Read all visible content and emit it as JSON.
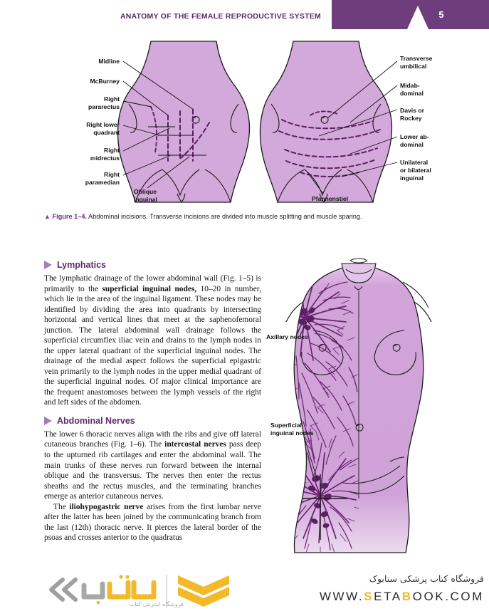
{
  "header": {
    "title": "ANATOMY OF THE FEMALE REPRODUCTIVE SYSTEM",
    "page_number": "5",
    "band_color": "#6e3d7c",
    "title_color": "#5b2a63"
  },
  "figure_top": {
    "caption_marker": "▲",
    "caption_label": "Figure 1–4.",
    "caption_text": "Abdominal incisions. Transverse incisions are divided into muscle splitting and muscle sparing.",
    "left_labels": [
      "Midline",
      "McBurney",
      "Right\npararectus",
      "Right lower\nquadrant",
      "Right\nmidrectus",
      "Right\nparamedian",
      "Oblique\ninguinal"
    ],
    "right_labels": [
      "Transverse\numbilical",
      "Midab-\ndominal",
      "Davis or\nRockey",
      "Lower ab-\ndominal",
      "Unilateral\nor bilateral\ninguinal",
      "Pfannenstiel"
    ],
    "skin_color": "#d3a8da",
    "incision_color": "#5b1f63"
  },
  "figure_right": {
    "labels": [
      "Axillary nodes",
      "Superficial\ninguinal nodes"
    ],
    "skin_color": "#cfa2d8",
    "vessel_color": "#6b2472"
  },
  "sections": [
    {
      "heading": "Lymphatics",
      "paragraphs": [
        {
          "indent": false,
          "runs": [
            {
              "t": "The lymphatic drainage of the lower abdominal wall (Fig. 1–5) is primarily to the ",
              "b": false
            },
            {
              "t": "superficial inguinal nodes,",
              "b": true
            },
            {
              "t": " 10–20 in number, which lie in the area of the inguinal ligament. These nodes may be identified by dividing the area into quadrants by intersecting horizontal and vertical lines that meet at the saphenofemoral junction. The lateral abdominal wall drainage follows the superficial circumflex iliac vein and drains to the lymph nodes in the upper lateral quadrant of the superficial inguinal nodes. The drainage of the medial aspect follows the superficial epigastric vein primarily to the lymph nodes in the upper medial quadrant of the superficial inguinal nodes. Of major clinical importance are the frequent anastomoses between the lymph vessels of the right and left sides of the abdomen.",
              "b": false
            }
          ]
        }
      ]
    },
    {
      "heading": "Abdominal Nerves",
      "paragraphs": [
        {
          "indent": false,
          "runs": [
            {
              "t": "The lower 6 thoracic nerves align with the ribs and give off lateral cutaneous branches (Fig. 1–6). The ",
              "b": false
            },
            {
              "t": "intercostal nerves",
              "b": true
            },
            {
              "t": " pass deep to the upturned rib cartilages and enter the abdominal wall. The main trunks of these nerves run forward between the internal oblique and the transversus. The nerves then enter the rectus sheaths and the rectus muscles, and the terminating branches emerge as anterior cutaneous nerves.",
              "b": false
            }
          ]
        },
        {
          "indent": true,
          "runs": [
            {
              "t": "The ",
              "b": false
            },
            {
              "t": "iliohypogastric nerve",
              "b": true
            },
            {
              "t": " arises from the first lumbar nerve after the latter has been joined by the communicating branch from the last (12th) thoracic nerve. It pierces the lateral border of the psoas and crosses anterior to the quadratus",
              "b": false
            }
          ]
        }
      ]
    }
  ],
  "footer": {
    "persian_tagline": "فروشگاه کتاب پزشکی ستابوک",
    "url_prefix": "WWW.",
    "url_s": "S",
    "url_eta": "ETA",
    "url_b": "B",
    "url_suffix": "OOK.COM",
    "logo_sub": "فروشگاه اینترنتی کتاب",
    "logo_word": "ستاب «",
    "accent_color": "#f2b928"
  }
}
